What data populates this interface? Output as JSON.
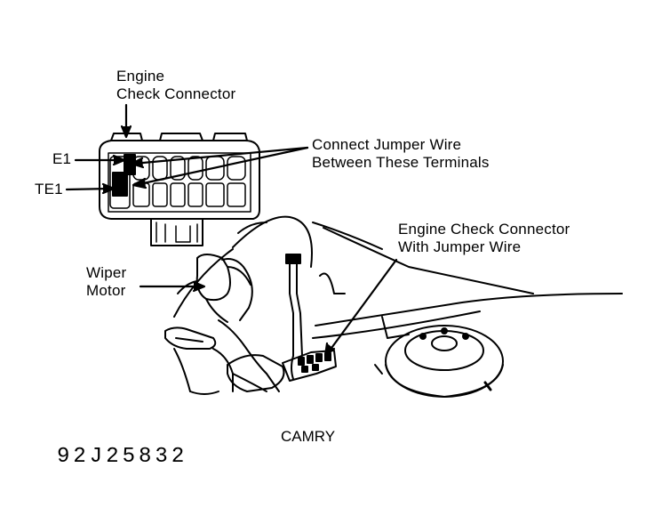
{
  "labels": {
    "engine_check_connector": [
      "Engine",
      "Check Connector"
    ],
    "e1": "E1",
    "te1": "TE1",
    "connect_jumper": [
      "Connect Jumper Wire",
      "Between These Terminals"
    ],
    "engine_check_with_jumper": [
      "Engine Check Connector",
      "With Jumper Wire"
    ],
    "wiper_motor": [
      "Wiper",
      "Motor"
    ],
    "vehicle": "CAMRY",
    "figure_id": "92J25832"
  },
  "colors": {
    "ink": "#000000",
    "paper": "#ffffff"
  }
}
